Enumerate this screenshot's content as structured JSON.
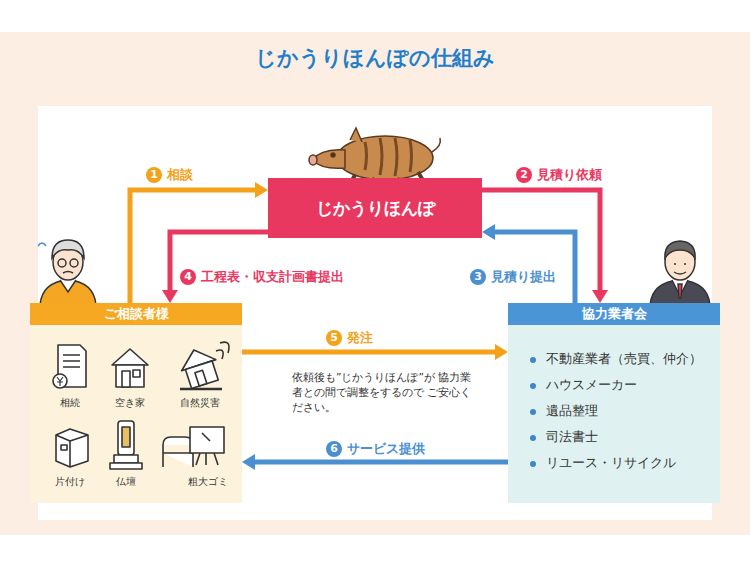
{
  "diagram": {
    "title": "じかうりほんぽの仕組み",
    "nodes": [
      {
        "text": [
          "じかうりほんぽ"
        ]
      },
      {
        "text": [
          "ご相談者様"
        ]
      },
      {
        "text": [
          "協力業者会",
          "不動産業者（売買、仲介）",
          "ハウスメーカー",
          "遺品整理",
          "司法書士",
          "リユース・リサイクル"
        ]
      }
    ],
    "edges": [
      {
        "from": 1,
        "to": 0,
        "arrow": "to",
        "label": "相談"
      },
      {
        "from": 0,
        "to": 2,
        "arrow": "to",
        "label": "見積り依頼"
      },
      {
        "from": 2,
        "to": 0,
        "arrow": "to",
        "label": "見積り提出"
      },
      {
        "from": 0,
        "to": 1,
        "arrow": "to",
        "label": "工程表・収支計画書提出"
      },
      {
        "from": 1,
        "to": 2,
        "arrow": "to",
        "label": "発注"
      },
      {
        "from": 2,
        "to": 1,
        "arrow": "to",
        "label": "サービス提供"
      }
    ],
    "labels": [
      "1",
      "2",
      "3",
      "4",
      "5",
      "6",
      "相続",
      "空き家",
      "自然災害",
      "片付け",
      "仏壇",
      "粗大ゴミ",
      "依頼後も”じかうりほんぽ”が 協力業者との間で調整をするので ご安心ください。"
    ]
  }
}
